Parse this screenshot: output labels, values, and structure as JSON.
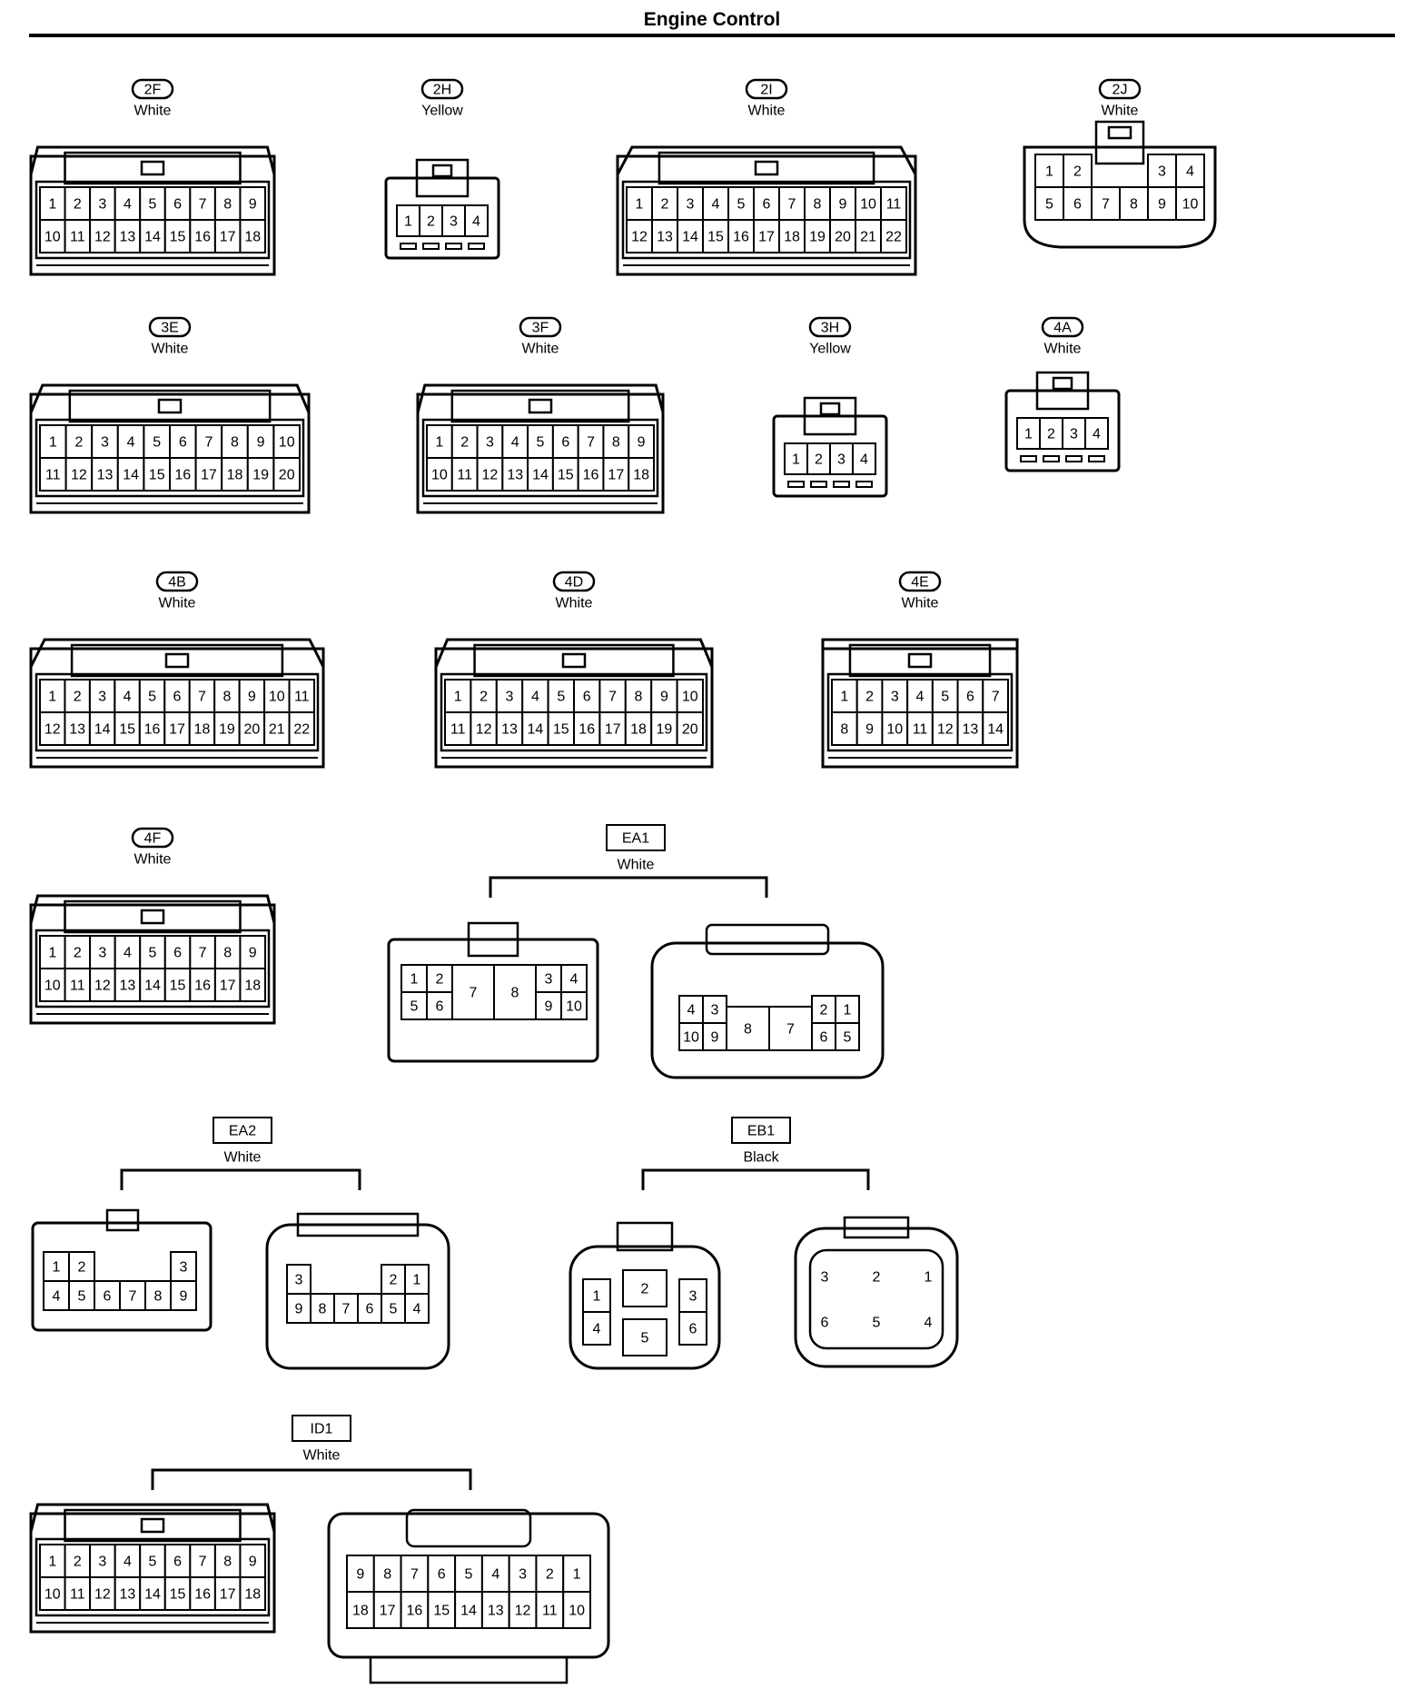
{
  "page": {
    "title": "Engine Control"
  },
  "connectors": [
    {
      "id": "2F",
      "color": "White",
      "tag": "oval",
      "pins": [
        [
          "1",
          "2",
          "3",
          "4",
          "5",
          "6",
          "7",
          "8",
          "9"
        ],
        [
          "10",
          "11",
          "12",
          "13",
          "14",
          "15",
          "16",
          "17",
          "18"
        ]
      ]
    },
    {
      "id": "2H",
      "color": "Yellow",
      "tag": "oval",
      "pins": [
        [
          "1",
          "2",
          "3",
          "4"
        ]
      ]
    },
    {
      "id": "2I",
      "color": "White",
      "tag": "oval",
      "pins": [
        [
          "1",
          "2",
          "3",
          "4",
          "5",
          "6",
          "7",
          "8",
          "9",
          "10",
          "11"
        ],
        [
          "12",
          "13",
          "14",
          "15",
          "16",
          "17",
          "18",
          "19",
          "20",
          "21",
          "22"
        ]
      ]
    },
    {
      "id": "2J",
      "color": "White",
      "tag": "oval",
      "pins": [
        [
          "1",
          "2",
          "",
          "",
          "3",
          "4"
        ],
        [
          "5",
          "6",
          "7",
          "8",
          "9",
          "10"
        ]
      ]
    },
    {
      "id": "3E",
      "color": "White",
      "tag": "oval",
      "pins": [
        [
          "1",
          "2",
          "3",
          "4",
          "5",
          "6",
          "7",
          "8",
          "9",
          "10"
        ],
        [
          "11",
          "12",
          "13",
          "14",
          "15",
          "16",
          "17",
          "18",
          "19",
          "20"
        ]
      ]
    },
    {
      "id": "3F",
      "color": "White",
      "tag": "oval",
      "pins": [
        [
          "1",
          "2",
          "3",
          "4",
          "5",
          "6",
          "7",
          "8",
          "9"
        ],
        [
          "10",
          "11",
          "12",
          "13",
          "14",
          "15",
          "16",
          "17",
          "18"
        ]
      ]
    },
    {
      "id": "3H",
      "color": "Yellow",
      "tag": "oval",
      "pins": [
        [
          "1",
          "2",
          "3",
          "4"
        ]
      ]
    },
    {
      "id": "4A",
      "color": "White",
      "tag": "oval",
      "pins": [
        [
          "1",
          "2",
          "3",
          "4"
        ]
      ]
    },
    {
      "id": "4B",
      "color": "White",
      "tag": "oval",
      "pins": [
        [
          "1",
          "2",
          "3",
          "4",
          "5",
          "6",
          "7",
          "8",
          "9",
          "10",
          "11"
        ],
        [
          "12",
          "13",
          "14",
          "15",
          "16",
          "17",
          "18",
          "19",
          "20",
          "21",
          "22"
        ]
      ]
    },
    {
      "id": "4D",
      "color": "White",
      "tag": "oval",
      "pins": [
        [
          "1",
          "2",
          "3",
          "4",
          "5",
          "6",
          "7",
          "8",
          "9",
          "10"
        ],
        [
          "11",
          "12",
          "13",
          "14",
          "15",
          "16",
          "17",
          "18",
          "19",
          "20"
        ]
      ]
    },
    {
      "id": "4E",
      "color": "White",
      "tag": "oval",
      "pins": [
        [
          "1",
          "2",
          "3",
          "4",
          "5",
          "6",
          "7"
        ],
        [
          "8",
          "9",
          "10",
          "11",
          "12",
          "13",
          "14"
        ]
      ]
    },
    {
      "id": "4F",
      "color": "White",
      "tag": "oval",
      "pins": [
        [
          "1",
          "2",
          "3",
          "4",
          "5",
          "6",
          "7",
          "8",
          "9"
        ],
        [
          "10",
          "11",
          "12",
          "13",
          "14",
          "15",
          "16",
          "17",
          "18"
        ]
      ]
    },
    {
      "id": "EA1",
      "color": "White",
      "tag": "box",
      "halves": [
        {
          "pins": [
            "1",
            "2",
            "3",
            "4",
            "5",
            "6",
            "7",
            "8",
            "9",
            "10"
          ]
        },
        {
          "pins": [
            "4",
            "3",
            "2",
            "1",
            "10",
            "9",
            "8",
            "7",
            "6",
            "5"
          ]
        }
      ]
    },
    {
      "id": "EA2",
      "color": "White",
      "tag": "box",
      "halves": [
        {
          "pins": [
            "1",
            "2",
            "3",
            "4",
            "5",
            "6",
            "7",
            "8",
            "9"
          ]
        },
        {
          "pins": [
            "3",
            "2",
            "1",
            "9",
            "8",
            "7",
            "6",
            "5",
            "4"
          ]
        }
      ]
    },
    {
      "id": "EB1",
      "color": "Black",
      "tag": "box",
      "halves": [
        {
          "pins": [
            "1",
            "2",
            "3",
            "4",
            "5",
            "6"
          ]
        },
        {
          "pins": [
            "3",
            "2",
            "1",
            "6",
            "5",
            "4"
          ]
        }
      ]
    },
    {
      "id": "ID1",
      "color": "White",
      "tag": "box",
      "halves": [
        {
          "pins": [
            [
              "1",
              "2",
              "3",
              "4",
              "5",
              "6",
              "7",
              "8",
              "9"
            ],
            [
              "10",
              "11",
              "12",
              "13",
              "14",
              "15",
              "16",
              "17",
              "18"
            ]
          ]
        },
        {
          "pins": [
            [
              "9",
              "8",
              "7",
              "6",
              "5",
              "4",
              "3",
              "2",
              "1"
            ],
            [
              "18",
              "17",
              "16",
              "15",
              "14",
              "13",
              "12",
              "11",
              "10"
            ]
          ]
        }
      ]
    }
  ]
}
